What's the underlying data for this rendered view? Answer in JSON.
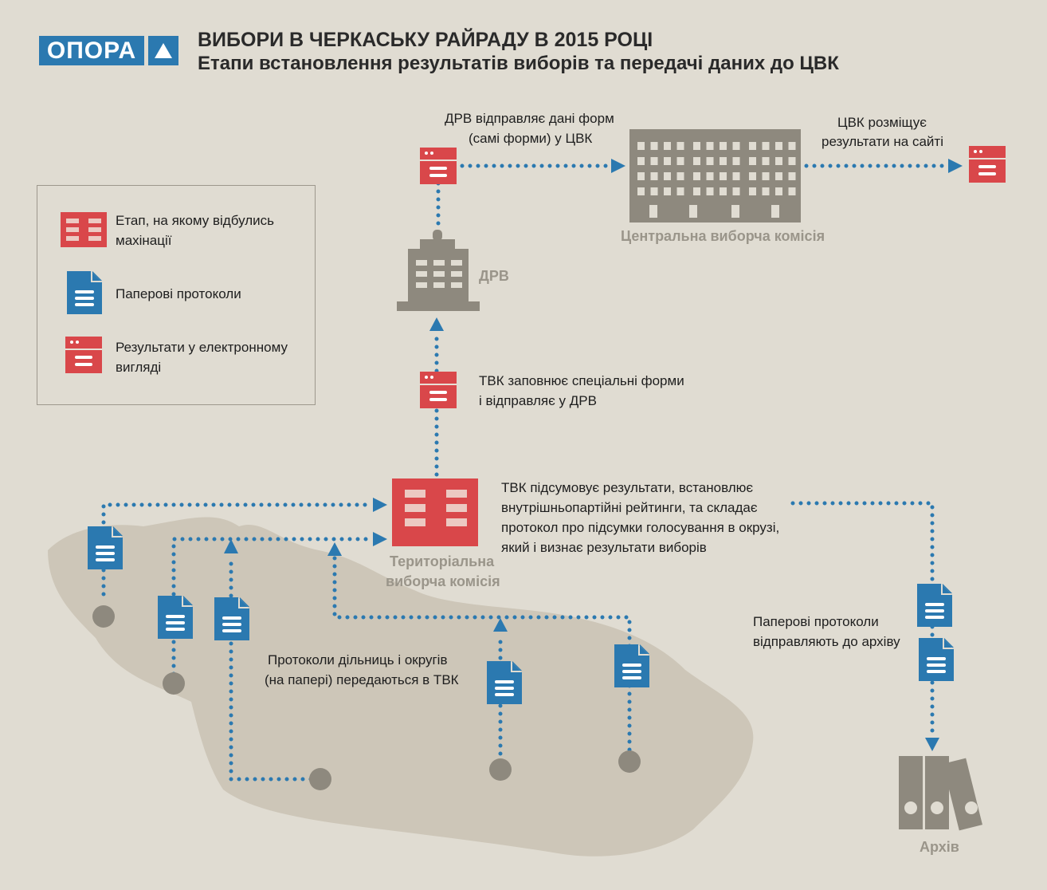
{
  "logo": {
    "text": "ОПОРА"
  },
  "header": {
    "title": "ВИБОРИ В ЧЕРКАСЬКУ РАЙРАДУ В 2015 РОЦІ",
    "subtitle": "Етапи встановлення результатів виборів та передачі даних до ЦВК"
  },
  "legend": {
    "items": [
      {
        "icon": "red-building-icon",
        "label_1": "Етап, на якому відбулись",
        "label_2": "махінації"
      },
      {
        "icon": "paper-document-icon",
        "label_1": "Паперові протоколи"
      },
      {
        "icon": "electronic-form-icon",
        "label_1": "Результати у електронному",
        "label_2": "вигляді"
      }
    ]
  },
  "nodes": {
    "cvk": "Центральна виборча комісія",
    "drv": "ДРВ",
    "tvk_1": "Територіальна",
    "tvk_2": "виборча комісія",
    "archive": "Архів"
  },
  "steps": {
    "drv_to_cvk_1": "ДРВ відправляє дані форм",
    "drv_to_cvk_2": "(самі форми) у ЦВК",
    "cvk_site_1": "ЦВК розміщує",
    "cvk_site_2": "результати на сайті",
    "tvk_forms_1": "ТВК заповнює спеціальні форми",
    "tvk_forms_2": "і відправляє у ДРВ",
    "tvk_sum_1": "ТВК підсумовує результати, встановлює",
    "tvk_sum_2": "внутрішньопартійні рейтинги, та складає",
    "tvk_sum_3": "протокол про підсумки голосування в окрузі,",
    "tvk_sum_4": "який і визнає результати виборів",
    "protocols_1": "Протоколи дільниць і округів",
    "protocols_2": "(на папері) передаються в ТВК",
    "archive_1": "Паперові протоколи",
    "archive_2": "відправляють до архіву"
  },
  "colors": {
    "background": "#e0dcd2",
    "map": "#cdc6b8",
    "blue": "#2b79b0",
    "red": "#d9474a",
    "gray": "#8e897e"
  }
}
